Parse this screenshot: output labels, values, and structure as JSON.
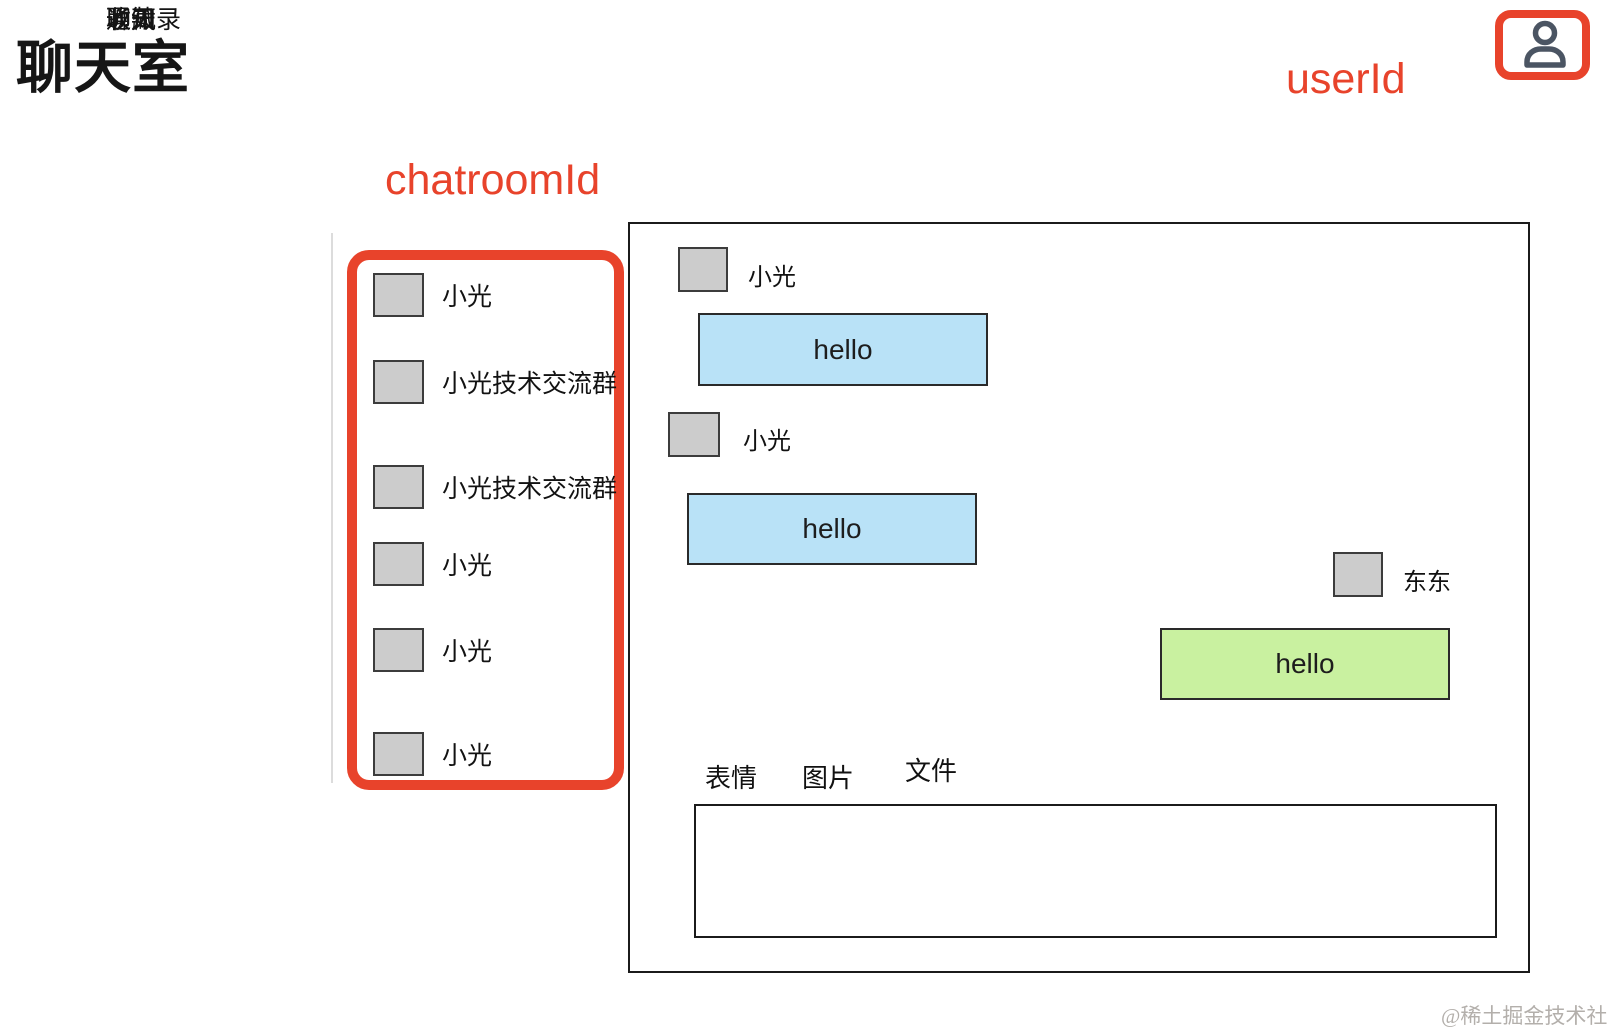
{
  "page": {
    "title": "聊天室",
    "watermark": "@稀土掘金技术社区"
  },
  "header": {
    "user_id_annotation": "userId",
    "user_icon": "person-icon"
  },
  "annotations": {
    "chatroom_id_label": "chatroomId"
  },
  "colors": {
    "accent_red": "#e8432b",
    "incoming_bubble": "#b9e2f7",
    "outgoing_bubble": "#c9f1a0",
    "nav_active_blue": "#74a9f1",
    "avatar_gray": "#cccccc"
  },
  "sidebar": {
    "items": [
      {
        "label": "通讯录",
        "active": false
      },
      {
        "label": "聊天",
        "active": true
      },
      {
        "label": "收藏",
        "active": false
      },
      {
        "label": "通知",
        "active": false
      }
    ]
  },
  "chat_list": {
    "items": [
      {
        "name": "小光"
      },
      {
        "name": "小光技术交流群"
      },
      {
        "name": "小光技术交流群"
      },
      {
        "name": "小光"
      },
      {
        "name": "小光"
      },
      {
        "name": "小光"
      }
    ]
  },
  "conversation": {
    "messages": [
      {
        "sender": "小光",
        "text": "hello",
        "direction": "incoming"
      },
      {
        "sender": "小光",
        "text": "hello",
        "direction": "incoming"
      },
      {
        "sender": "东东",
        "text": "hello",
        "direction": "outgoing"
      }
    ]
  },
  "composer": {
    "tools": [
      {
        "label": "表情"
      },
      {
        "label": "图片"
      },
      {
        "label": "文件"
      }
    ],
    "input_value": "",
    "input_placeholder": ""
  }
}
